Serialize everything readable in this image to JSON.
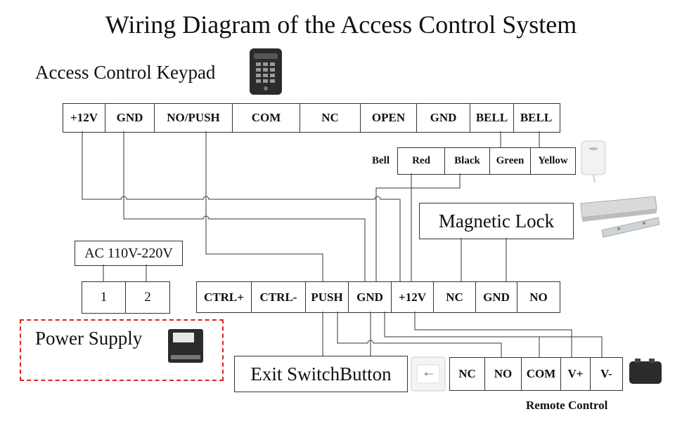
{
  "title": "Wiring Diagram of the Access Control System",
  "keypad": {
    "label": "Access Control Keypad",
    "terminals": [
      "+12V",
      "GND",
      "NO/PUSH",
      "COM",
      "NC",
      "OPEN",
      "GND",
      "BELL",
      "BELL"
    ]
  },
  "bell": {
    "label": "Bell",
    "terminals": [
      "Red",
      "Black",
      "Green",
      "Yellow"
    ]
  },
  "magnetic_lock": {
    "label": "Magnetic Lock"
  },
  "ac_input": {
    "label": "AC 110V-220V",
    "terminals": [
      "1",
      "2"
    ]
  },
  "power_supply": {
    "label": "Power Supply",
    "terminals": [
      "CTRL+",
      "CTRL-",
      "PUSH",
      "GND",
      "+12V",
      "NC",
      "GND",
      "NO"
    ]
  },
  "exit_switch": {
    "label": "Exit SwitchButton"
  },
  "remote_control": {
    "label": "Remote Control",
    "terminals": [
      "NC",
      "NO",
      "COM",
      "V+",
      "V-"
    ]
  },
  "colors": {
    "line": "#333333",
    "dashed_border": "#e02020",
    "device_dark": "#2b2b2b"
  },
  "icons": [
    "keypad-icon",
    "bell-icon",
    "magnetic-lock-icon",
    "power-supply-icon",
    "exit-button-icon",
    "remote-receiver-icon"
  ]
}
